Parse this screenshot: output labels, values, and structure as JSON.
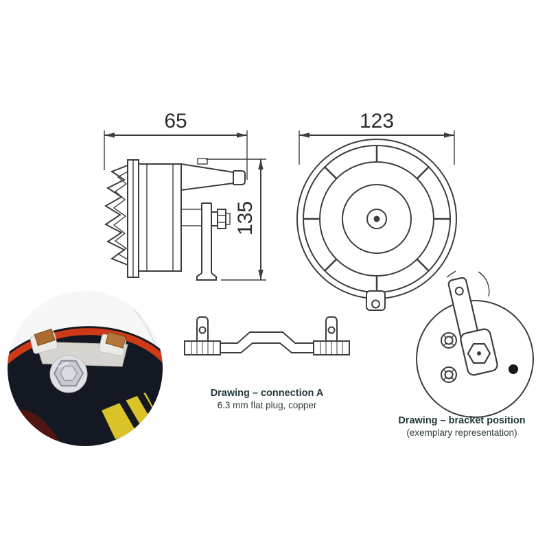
{
  "product_diagram": {
    "side_view": {
      "width_mm": "65",
      "height_mm": "135"
    },
    "front_view": {
      "diameter_mm": "123"
    },
    "connection": {
      "title": "Drawing – connection A",
      "subtitle": "6.3 mm flat plug, copper"
    },
    "bracket": {
      "title": "Drawing – bracket position",
      "subtitle": "(exemplary representation)"
    }
  },
  "colors": {
    "line": "#3d3d3d",
    "dimension_text": "#2b2b2b",
    "caption_text": "#223a3e",
    "photo_body_dark": "#141823",
    "photo_rim_red": "#ce3a18",
    "photo_copper": "#a96b2f",
    "photo_yellow": "#d9c328",
    "photo_nut_silver": "#c6cad1"
  }
}
